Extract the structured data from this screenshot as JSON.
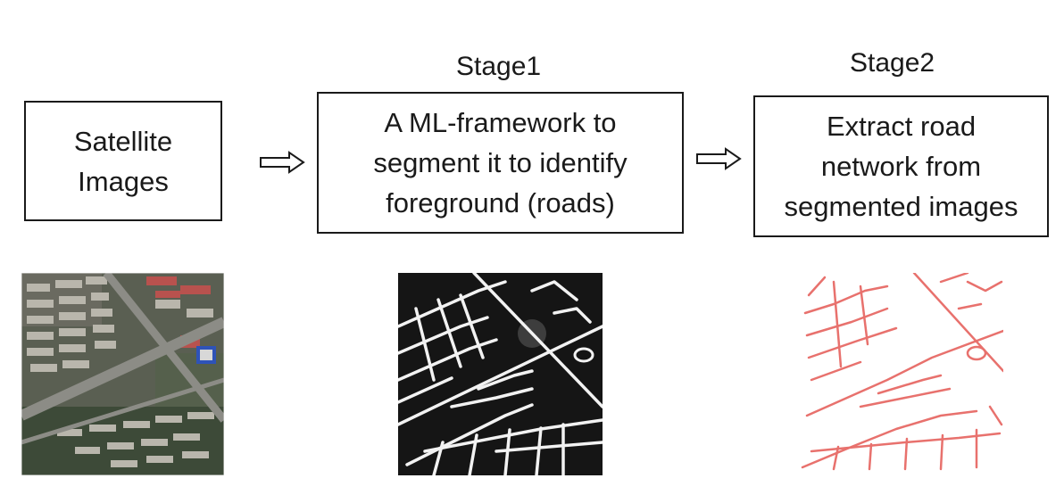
{
  "stages": {
    "stage1_label": "Stage1",
    "stage2_label": "Stage2"
  },
  "boxes": {
    "input_text": "Satellite\nImages",
    "stage1_text": "A ML-framework to\nsegment it to identify\nforeground (roads)",
    "stage2_text": "Extract road\nnetwork from\nsegmented images"
  },
  "icons": {
    "arrow1": "hollow-right-arrow-icon",
    "arrow2": "hollow-right-arrow-icon"
  },
  "images": {
    "satellite": "satellite-image",
    "segmentation": "segmentation-mask-image",
    "road_network": "road-network-image"
  },
  "colors": {
    "road_network": "#e8716d",
    "mask_bg": "#151515",
    "mask_road": "#f2f2f2"
  }
}
